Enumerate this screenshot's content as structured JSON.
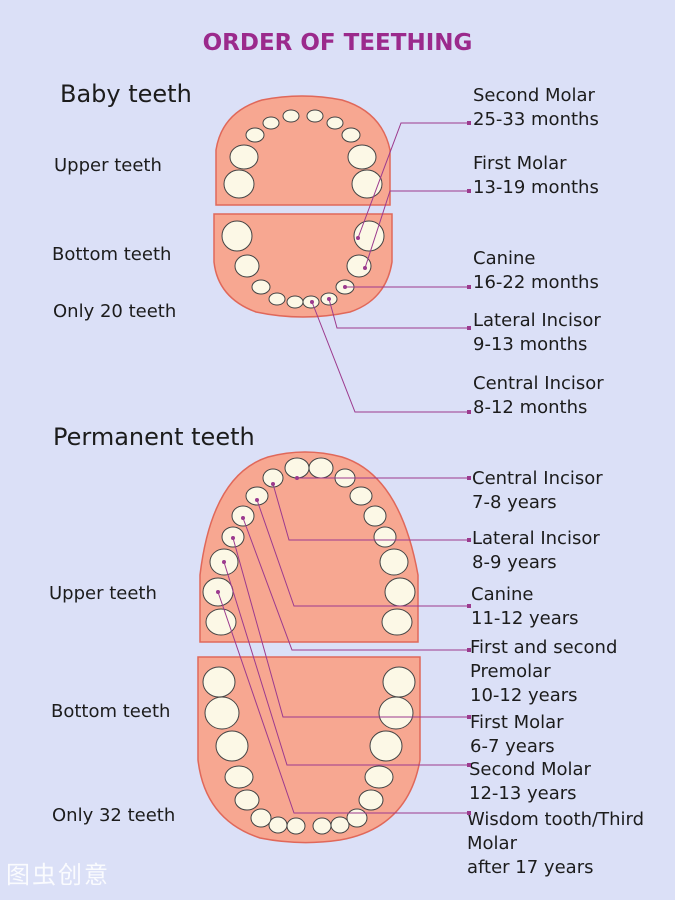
{
  "title": "ORDER OF TEETHING",
  "baby": {
    "heading": "Baby teeth",
    "upper_label": "Upper teeth",
    "bottom_label": "Bottom teeth",
    "count_label": "Only 20 teeth",
    "annotations": [
      {
        "name": "Second Molar",
        "time": "25-33 months"
      },
      {
        "name": "First Molar",
        "time": "13-19 months"
      },
      {
        "name": "Canine",
        "time": "16-22 months"
      },
      {
        "name": "Lateral Incisor",
        "time": "9-13 months"
      },
      {
        "name": "Central Incisor",
        "time": "8-12 months"
      }
    ]
  },
  "permanent": {
    "heading": "Permanent teeth",
    "upper_label": "Upper teeth",
    "bottom_label": "Bottom teeth",
    "count_label": "Only 32 teeth",
    "annotations": [
      {
        "line1": "Central Incisor",
        "line2": "7-8 years"
      },
      {
        "line1": "Lateral Incisor",
        "line2": "8-9 years"
      },
      {
        "line1": "Canine",
        "line2": "11-12 years"
      },
      {
        "line1": "First and second",
        "line2": "Premolar",
        "line3": "10-12 years"
      },
      {
        "line1": "First Molar",
        "line2": "6-7 years"
      },
      {
        "line1": "Second Molar",
        "line2": "12-13 years"
      },
      {
        "line1": "Wisdom tooth/Third",
        "line2": "Molar",
        "line3": "after 17 years"
      }
    ]
  },
  "watermark": "图虫创意",
  "colors": {
    "background": "#dbe0f7",
    "title": "#9b2a8c",
    "gum": "#f7a791",
    "gum_outline": "#e0685a",
    "tooth": "#fcf8e6",
    "leader": "#9c3a8e"
  }
}
